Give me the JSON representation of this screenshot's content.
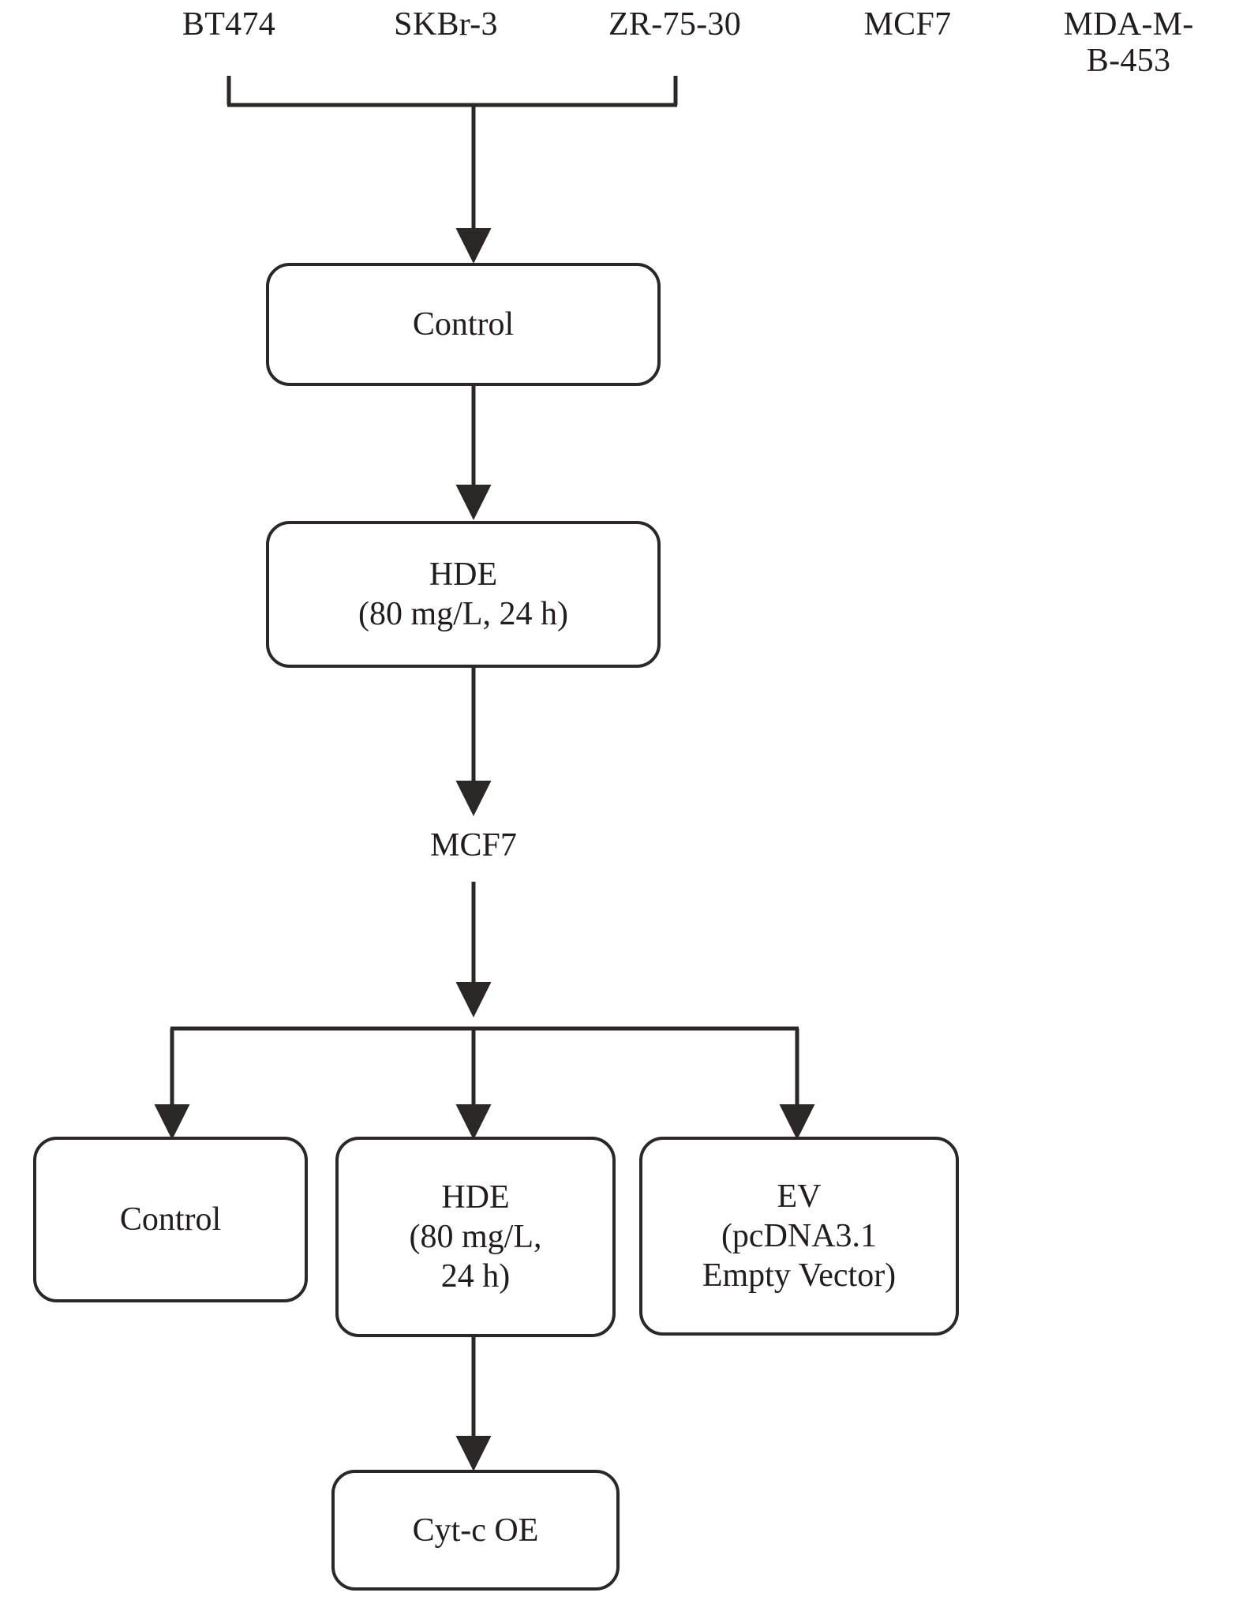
{
  "diagram": {
    "title": "Experimental treatment flowchart",
    "line_color": "#2b2726",
    "text_color": "#221d1c",
    "background": "#ffffff"
  },
  "cell_lines": [
    {
      "label": "BT474"
    },
    {
      "label": "SKBr-3"
    },
    {
      "label": "ZR-75-30"
    },
    {
      "label": "MCF7"
    },
    {
      "label": "MDA-M-\nB-453"
    }
  ],
  "stage1": {
    "control_box": "Control",
    "hde_box": "HDE\n(80 mg/L, 24 h)"
  },
  "stage2": {
    "cell_line_label": "MCF7",
    "branches": [
      {
        "label": "Control"
      },
      {
        "label": "HDE\n(80 mg/L,\n24 h)"
      },
      {
        "label": "EV\n(pcDNA3.1\nEmpty Vector)"
      }
    ],
    "final_box": "Cyt-c OE"
  }
}
